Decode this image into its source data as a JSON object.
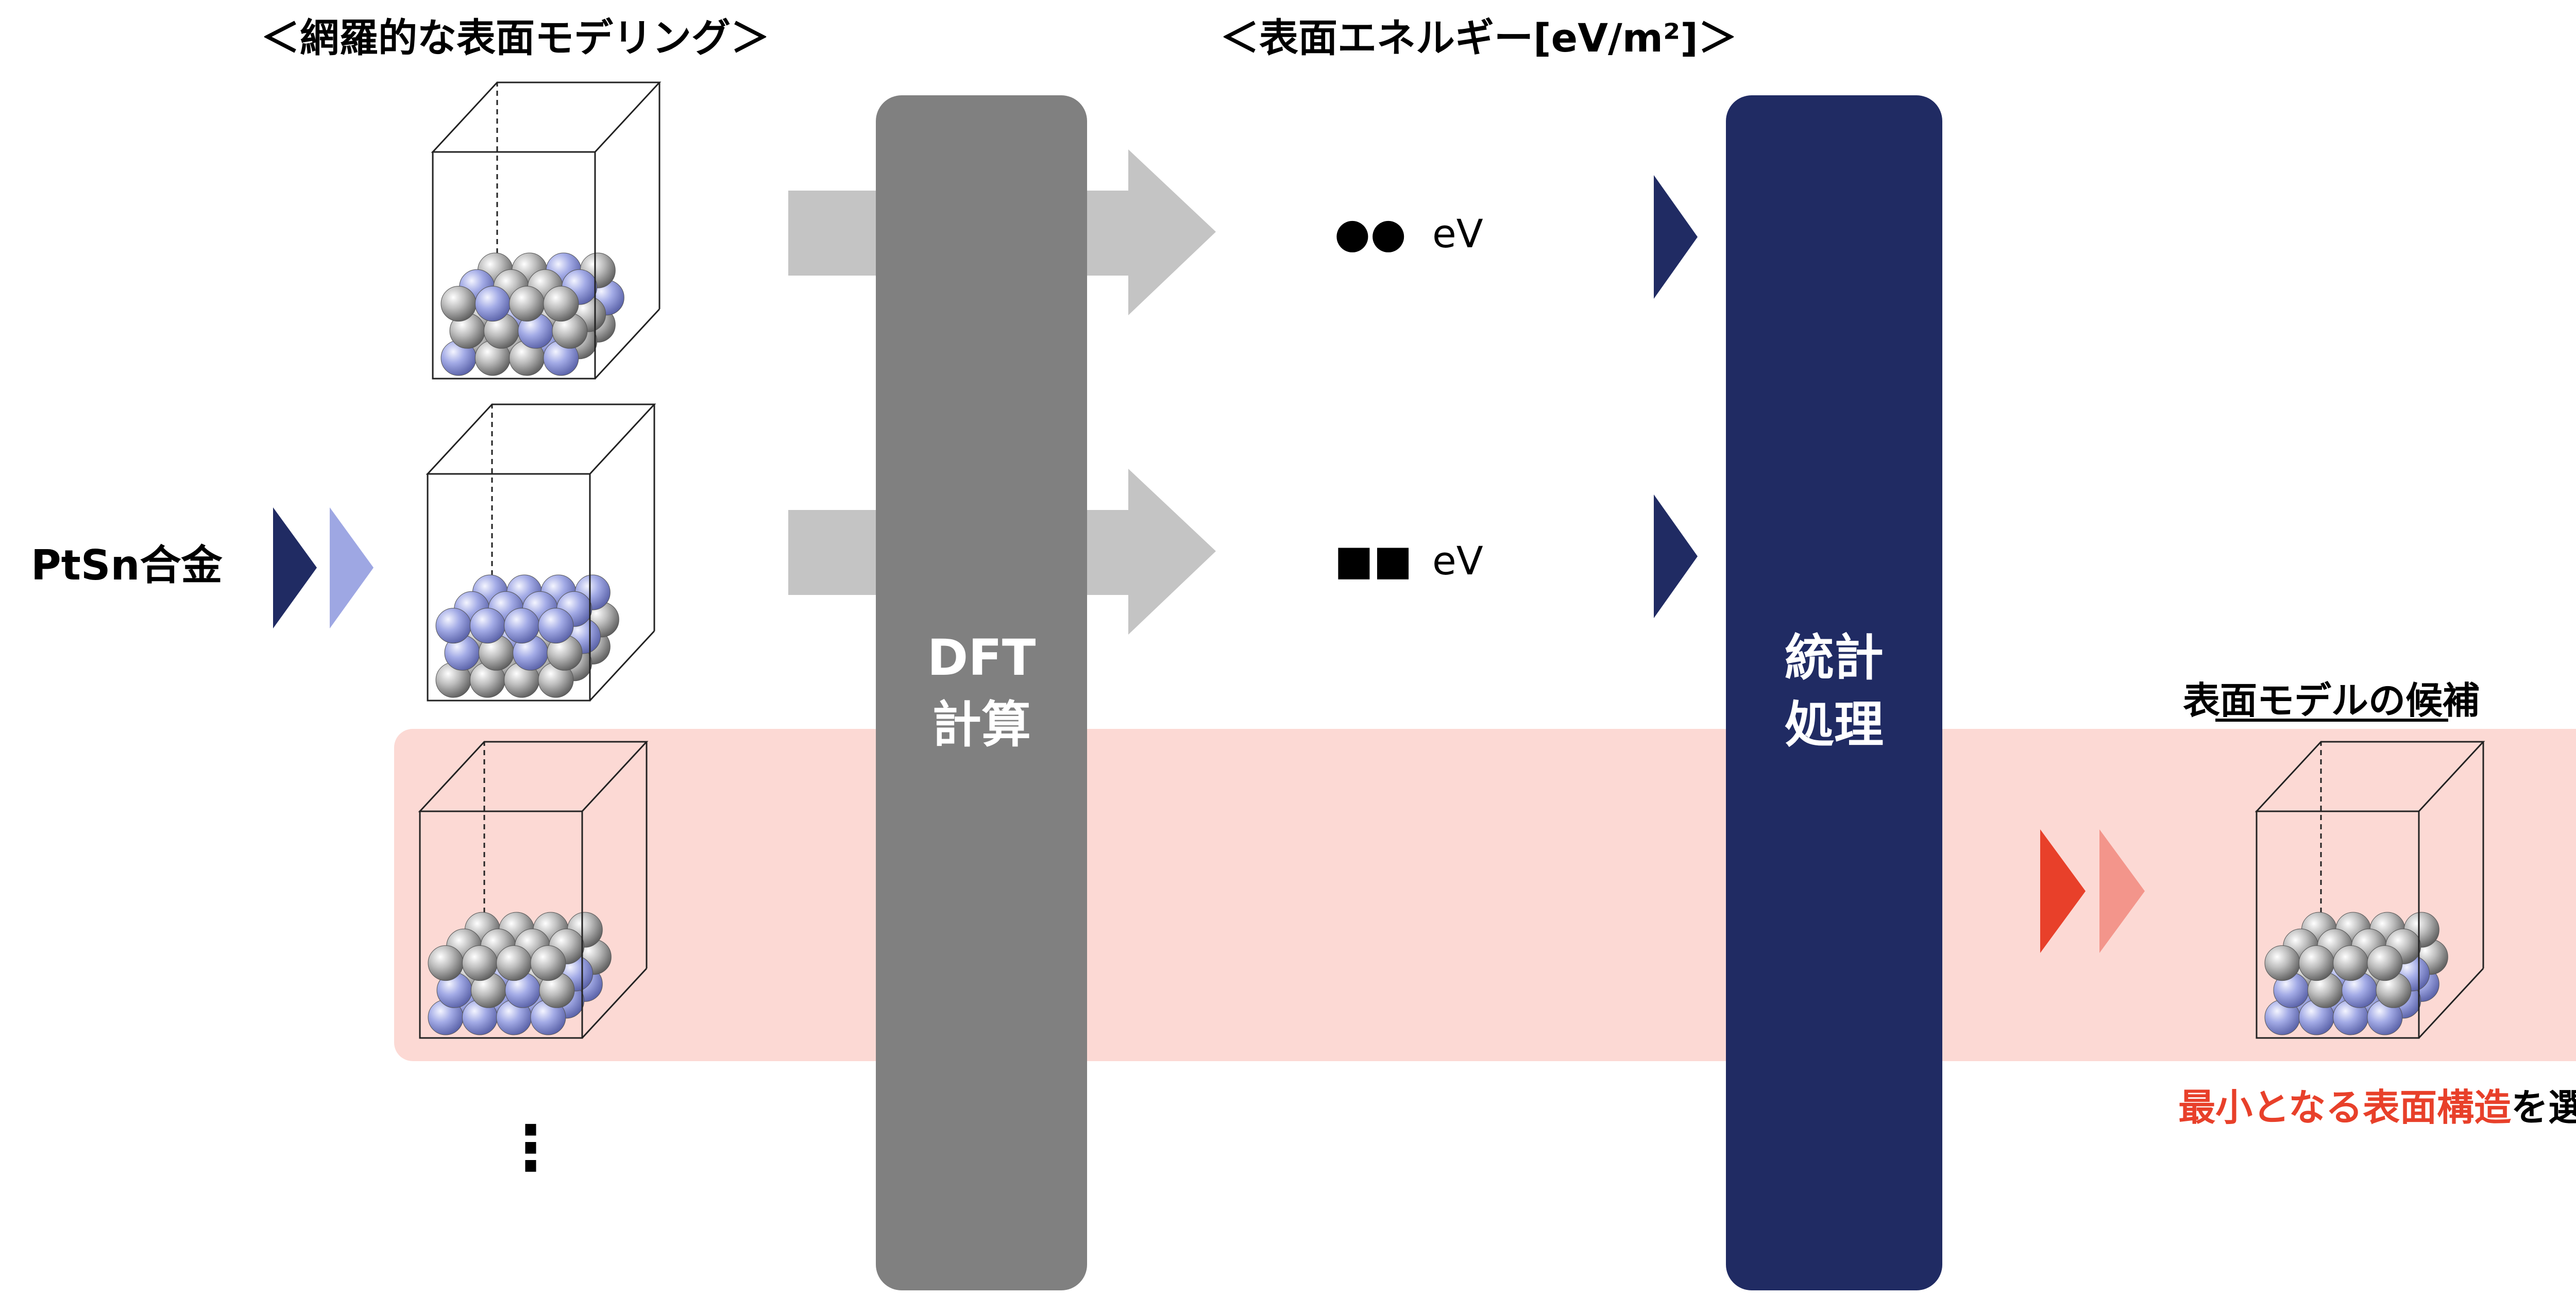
{
  "headers": {
    "modeling": "＜網羅的な表面モデリング＞",
    "surface_energy": "＜表面エネルギー[eV/m²]＞"
  },
  "input_label": "PtSn合金",
  "dft_box": {
    "line1": "DFT",
    "line2": "計算"
  },
  "stats_box": {
    "line1": "統計",
    "line2": "処理"
  },
  "energies": [
    {
      "marker": "●●",
      "unit": "eV"
    },
    {
      "marker": "■■",
      "unit": "eV"
    }
  ],
  "ellipsis": "⋮",
  "candidate_title": "表面モデルの候補",
  "conclusion": {
    "highlight": "最小となる表面構造",
    "rest": "を選定"
  },
  "colors": {
    "pt_atom": "#b7b7b7",
    "sn_atom": "#9ea7e3",
    "dft_box": "#808080",
    "stats_box": "#202b63",
    "highlight_band": "#fcd9d4",
    "red_text": "#e8402a",
    "arrow_gray": "#c4c4c4",
    "navy": "#202b63",
    "light_blue": "#9ea7e3",
    "red_arrow": "#e8402a",
    "pink_arrow": "#f3958b"
  }
}
